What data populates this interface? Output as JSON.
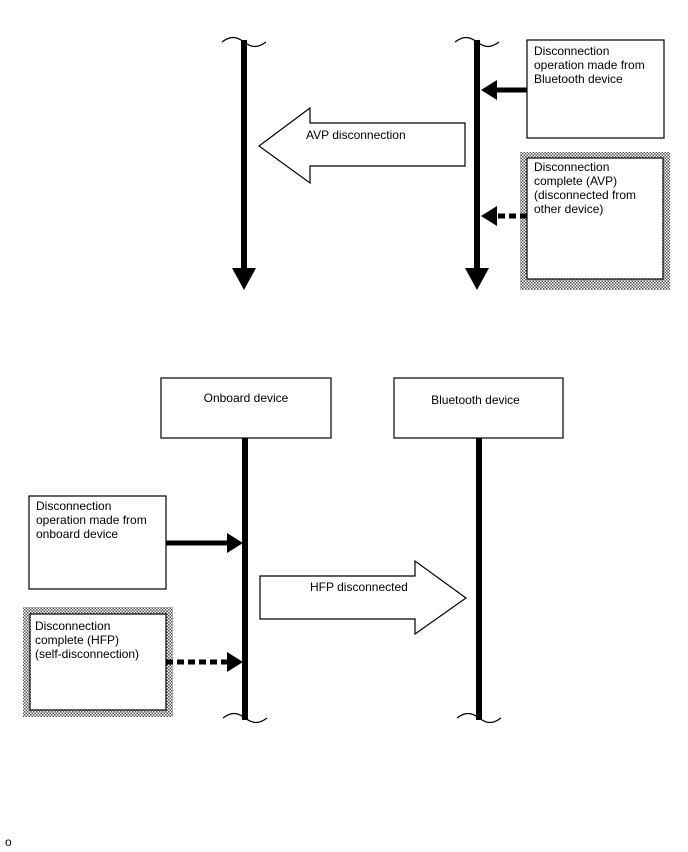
{
  "top_section": {
    "arrow_label": "AVP disconnection",
    "box_operation": "Disconnection\noperation made from\nBluetooth device",
    "box_complete": "Disconnection\ncomplete (AVP)\n(disconnected from\nother device)"
  },
  "bottom_section": {
    "onboard_label": "Onboard device",
    "bluetooth_label": "Bluetooth device",
    "arrow_label": "HFP disconnected",
    "box_operation": "Disconnection\noperation made from\nonboard device",
    "box_complete": "Disconnection\ncomplete (HFP)\n(self-disconnection)"
  },
  "footer": {
    "mark": "o"
  }
}
